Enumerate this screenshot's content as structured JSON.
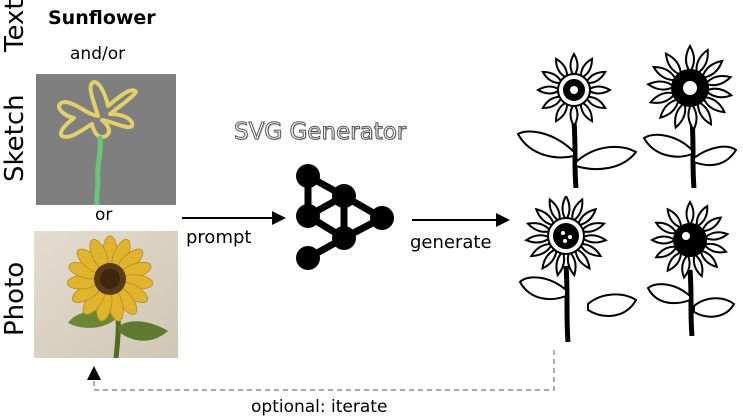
{
  "inputs": {
    "text_label": "Text",
    "sketch_label": "Sketch",
    "photo_label": "Photo",
    "text_prompt": "Sunflower",
    "and_or": "and/or",
    "or": "or"
  },
  "generator": {
    "title": "SVG Generator",
    "prompt_label": "prompt",
    "generate_label": "generate"
  },
  "loop": {
    "iterate_label": "optional: iterate"
  },
  "colors": {
    "sketch_bg": "#7f7f7f",
    "sketch_petal": "#e2d06a",
    "sketch_stem": "#6ac47a",
    "photo_bg": "#dcd4c6",
    "sunflower_yellow": "#e0b52d",
    "sunflower_center": "#5a3a16",
    "leaf_green": "#5f7a2e",
    "network": "#000000",
    "dashed_line": "#777777"
  },
  "icons": [
    "neural-network-icon",
    "sunflower-svg-icon"
  ]
}
